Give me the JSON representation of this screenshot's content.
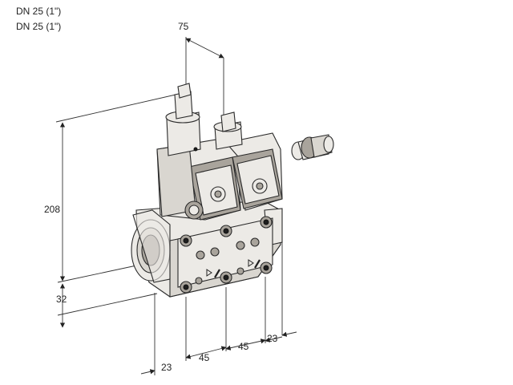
{
  "header": {
    "line1": "DN 25 (1\")",
    "line2": "DN 25 (1\")"
  },
  "dimensions": {
    "top_width": "75",
    "height": "208",
    "bottom_height": "32",
    "base_offset": "23",
    "spacing_1": "45",
    "spacing_2": "45",
    "side_offset": "23"
  }
}
